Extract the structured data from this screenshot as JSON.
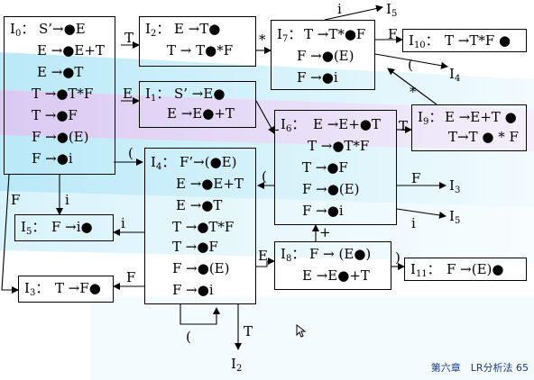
{
  "states": {
    "i0": {
      "name": "I",
      "sub": "0",
      "suffix": "：",
      "items": [
        "S’→●E",
        "E →●E+T",
        "E →●T",
        "T →●T*F",
        "T →●F",
        "F →●(E)",
        "F →●i"
      ]
    },
    "i2": {
      "name": "I",
      "sub": "2",
      "suffix": "：",
      "items": [
        "E →T●",
        "T → T●*F"
      ]
    },
    "i7": {
      "name": "I",
      "sub": "7",
      "suffix": "：",
      "items": [
        "T →T*●F",
        "F →●(E)",
        "F →●i"
      ]
    },
    "i10": {
      "name": "I",
      "sub": "10",
      "suffix": "：",
      "items": [
        "T →T*F ●"
      ]
    },
    "i1": {
      "name": "I",
      "sub": "1",
      "suffix": "：",
      "items": [
        "S’ →E●",
        "E →E●+T"
      ]
    },
    "i6": {
      "name": "I",
      "sub": "6",
      "suffix": "：",
      "items": [
        "E →E+●T",
        "T →●T*F",
        "T →●F",
        "F →●(E)",
        "F →●i"
      ]
    },
    "i9": {
      "name": "I",
      "sub": "9",
      "suffix": "：",
      "items": [
        "E →E+T ●",
        "T→T ● * F"
      ]
    },
    "i4": {
      "name": "I",
      "sub": "4",
      "suffix": "：",
      "items": [
        "F’→(●E)",
        "E →●E+T",
        "E →●T",
        "T →●T*F",
        "T →●F",
        "F →●(E)",
        "F →●i"
      ]
    },
    "i5": {
      "name": "I",
      "sub": "5",
      "suffix": "：",
      "items": [
        "F →i●"
      ]
    },
    "i3": {
      "name": "I",
      "sub": "3",
      "suffix": "：",
      "items": [
        "T →F●"
      ]
    },
    "i8": {
      "name": "I",
      "sub": "8",
      "suffix": "：",
      "items": [
        "F → (E●)",
        "E →E●+T"
      ]
    },
    "i11": {
      "name": "I",
      "sub": "11",
      "suffix": "：",
      "items": [
        "F →(E)●"
      ]
    }
  },
  "transitions": {
    "t_i0_i2": "T",
    "t_i0_i1": "E",
    "t_i0_i4": "(",
    "t_i0_i5": "i",
    "t_i0_i3": "F",
    "t_i2_i7": "*",
    "t_i7_i5": "i",
    "t_i7_i10": "F",
    "t_i7_i4": "(",
    "t_i1_i6": "+",
    "t_i6_i9": "T",
    "t_i9_i7": "*",
    "t_i6_i4": "(",
    "t_i6_i3": "F",
    "t_i6_i5": "i",
    "t_i4_i5": "i",
    "t_i4_i3": "F",
    "t_i4_i8": "E",
    "t_i4_i4": "(",
    "t_i4_i2": "T",
    "t_i8_i11": ")",
    "t_i8_i6": "+"
  },
  "target_labels": {
    "to_i5_top": {
      "name": "I",
      "sub": "5"
    },
    "to_i4_top": {
      "name": "I",
      "sub": "4"
    },
    "to_i3_right": {
      "name": "I",
      "sub": "3"
    },
    "to_i5_right": {
      "name": "I",
      "sub": "5"
    },
    "to_i2_bottom": {
      "name": "I",
      "sub": "2"
    }
  },
  "footer": "第六章　LR分析法 65",
  "colors": {
    "line": "#000000",
    "footer": "#1a3a8c",
    "band_blue": "#bfeaf8",
    "band_purple": "#dcd0f0",
    "band_light": "#e6f8fd"
  }
}
